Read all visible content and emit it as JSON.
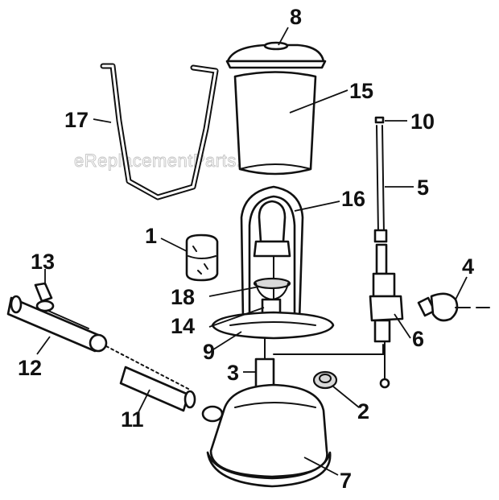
{
  "watermark": "eReplacementParts.com",
  "callouts": [
    {
      "label": "8"
    },
    {
      "label": "15"
    },
    {
      "label": "10"
    },
    {
      "label": "17"
    },
    {
      "label": "5"
    },
    {
      "label": "16"
    },
    {
      "label": "1"
    },
    {
      "label": "13"
    },
    {
      "label": "4"
    },
    {
      "label": "18"
    },
    {
      "label": "14"
    },
    {
      "label": "6"
    },
    {
      "label": "9"
    },
    {
      "label": "12"
    },
    {
      "label": "3"
    },
    {
      "label": "2"
    },
    {
      "label": "11"
    },
    {
      "label": "7"
    }
  ]
}
